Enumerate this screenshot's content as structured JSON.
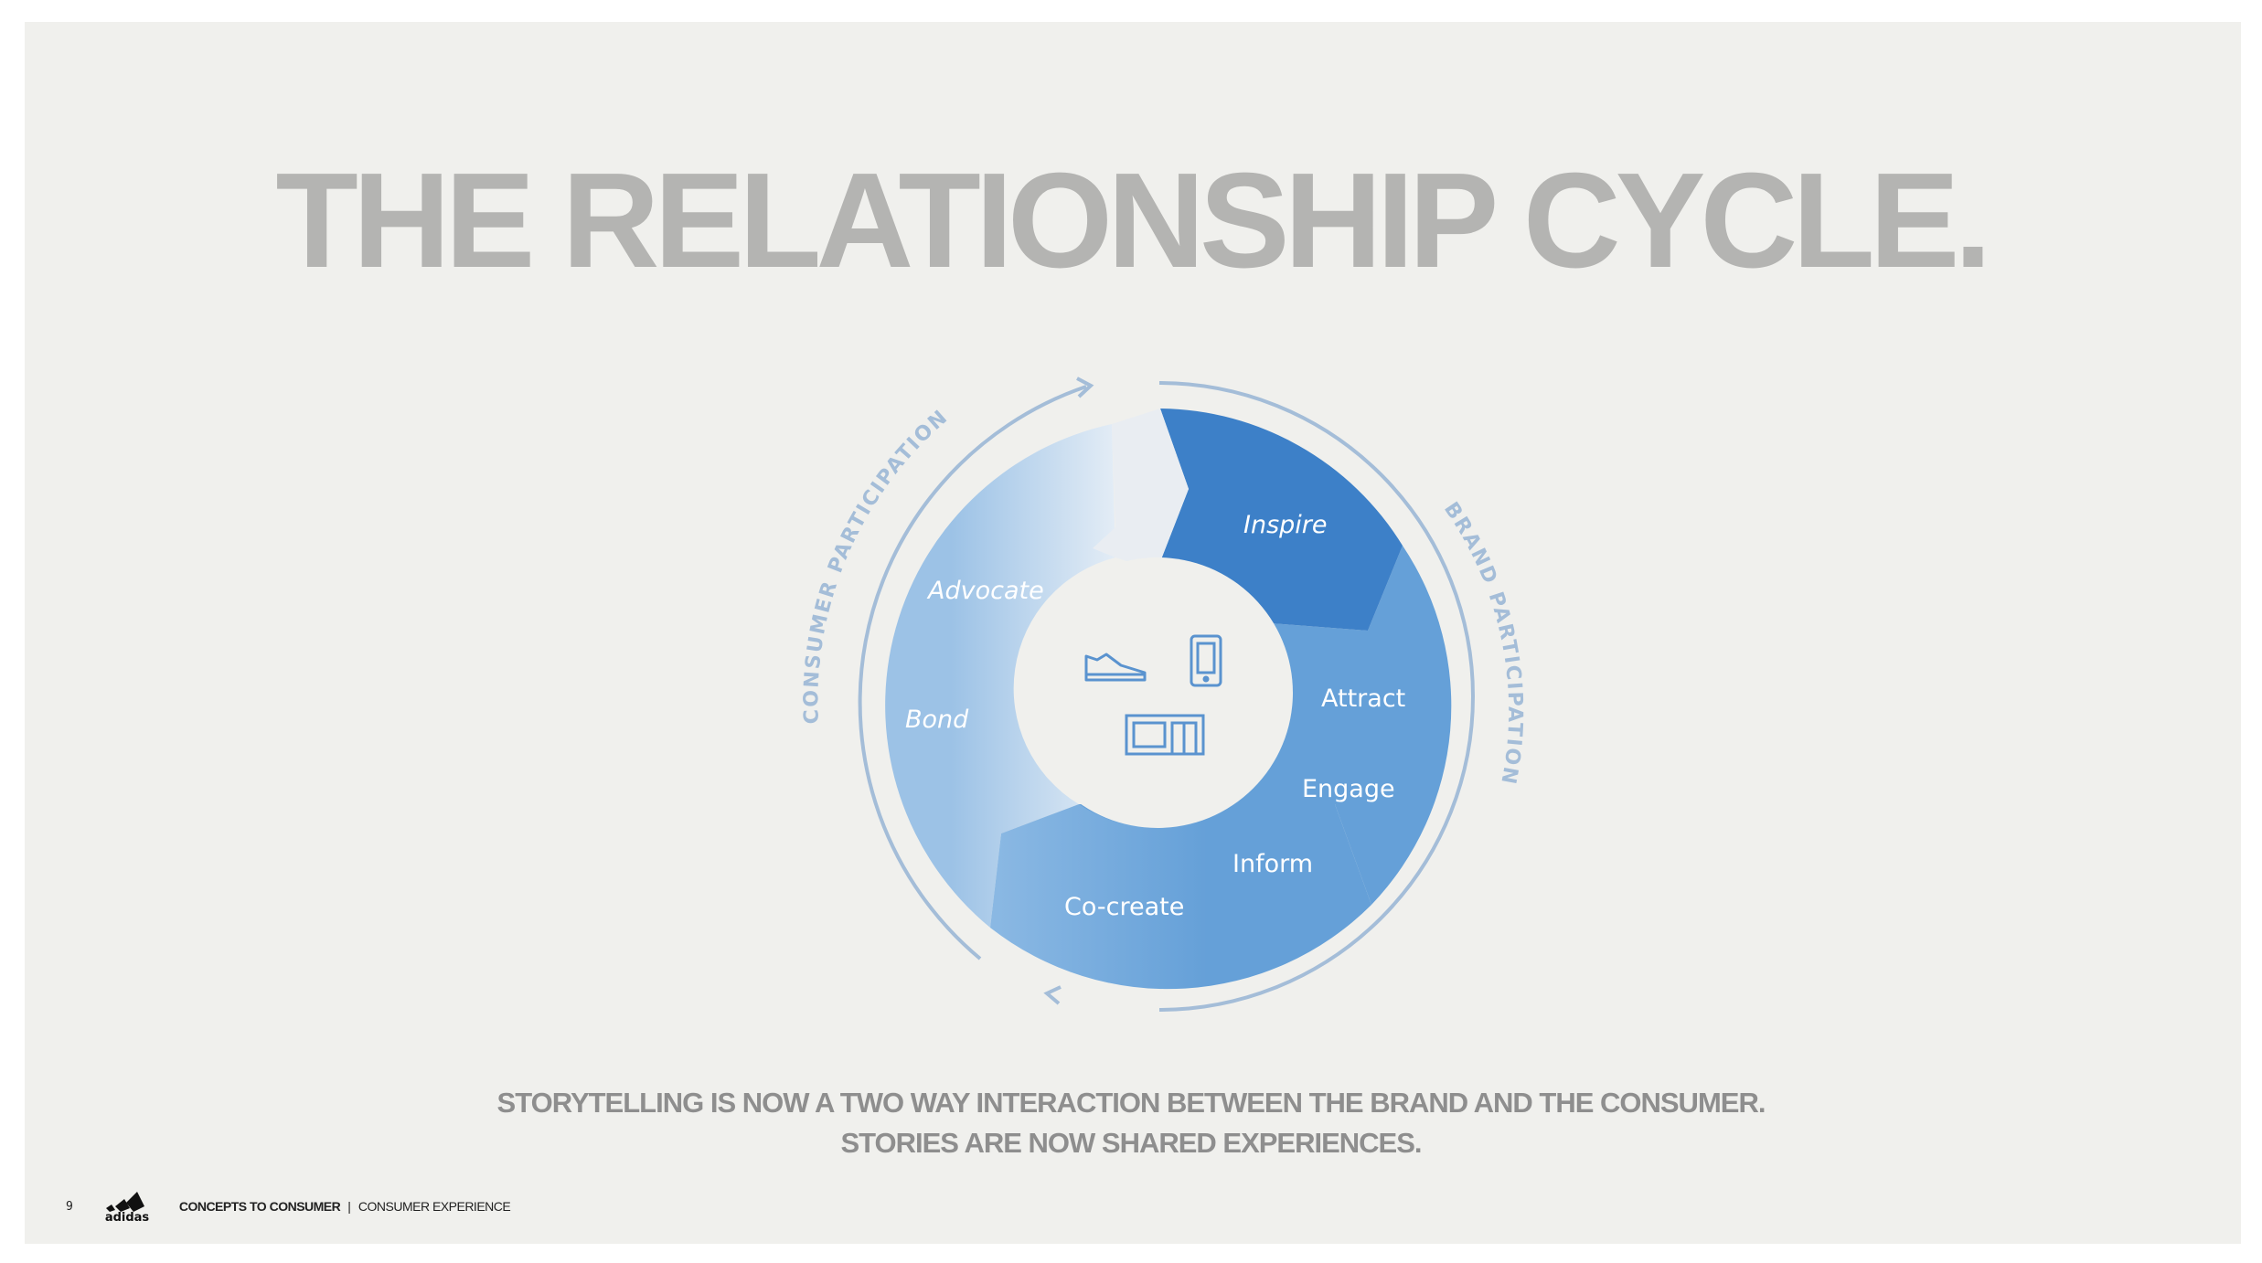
{
  "title": "THE RELATIONSHIP CYCLE.",
  "diagram": {
    "outer_left_label": "CONSUMER PARTICIPATION",
    "outer_right_label": "BRAND PARTICIPATION",
    "segments": {
      "inspire": "Inspire",
      "attract": "Attract",
      "engage": "Engage",
      "inform": "Inform",
      "cocreate": "Co-create",
      "bond": "Bond",
      "advocate": "Advocate"
    },
    "center_icons": [
      "sneaker-icon",
      "smartphone-icon",
      "storefront-icon"
    ],
    "colors": {
      "brand_dark": "#3d80c8",
      "brand_mid": "#65a0d8",
      "consumer_light": "#9cc2e6",
      "arc_line": "#a4bdd8"
    }
  },
  "caption": {
    "line1": "STORYTELLING IS NOW A TWO WAY INTERACTION BETWEEN THE BRAND AND THE CONSUMER.",
    "line2": "STORIES ARE NOW SHARED EXPERIENCES."
  },
  "footer": {
    "page_number": "9",
    "brand": "adidas",
    "series": "CONCEPTS TO CONSUMER",
    "separator": "|",
    "section": "CONSUMER EXPERIENCE"
  }
}
